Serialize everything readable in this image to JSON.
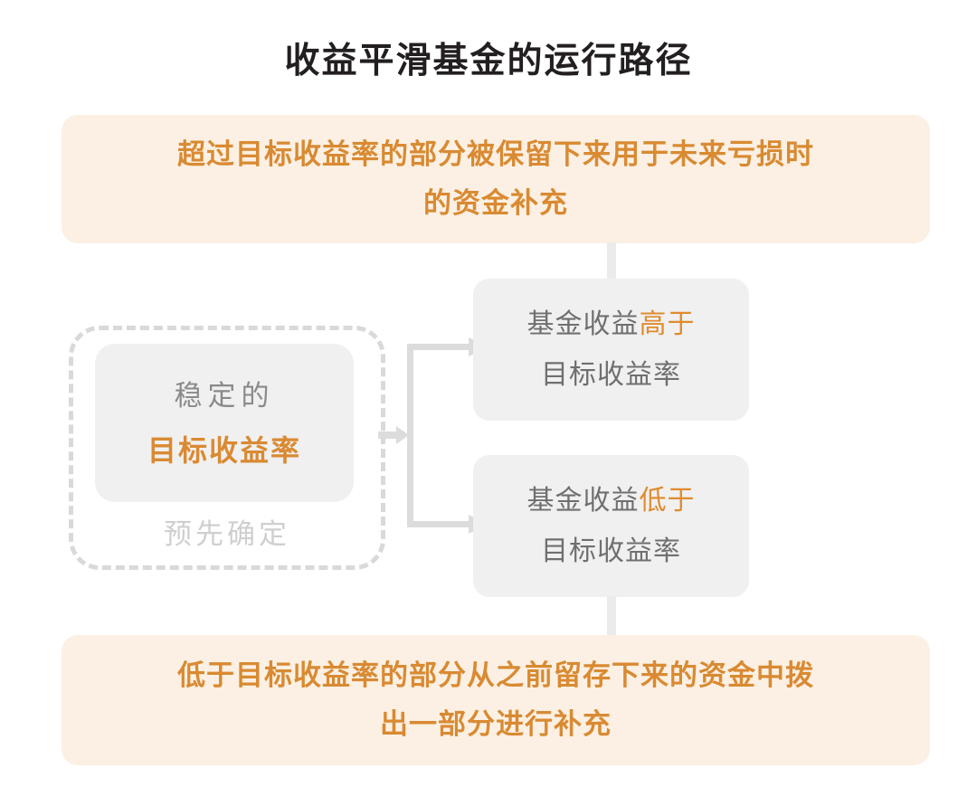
{
  "page": {
    "title": "收益平滑基金的运行路径",
    "background_color": "#ffffff"
  },
  "colors": {
    "accent_orange": "#d98a32",
    "banner_background": "#fbf0e3",
    "card_background": "#f0f0f0",
    "card_text_gray": "#6f6f6f",
    "muted_gray": "#cfcfcf",
    "connector_gray": "#dcdcdc",
    "title_black": "#231f20"
  },
  "banner_top": {
    "line_1": "超过目标收益率的部分被保留下来用于未来亏损时",
    "line_2": "的资金补充"
  },
  "banner_bottom": {
    "line_1": "低于目标收益率的部分从之前留存下来的资金中拨",
    "line_2": "出一部分进行补充"
  },
  "target_group": {
    "card": {
      "line_1": "稳定的",
      "line_2": "目标收益率"
    },
    "caption": "预先确定"
  },
  "branches": [
    {
      "id": "above-target",
      "line_1_prefix": "基金收益",
      "line_1_highlight": "高于",
      "line_2": "目标收益率"
    },
    {
      "id": "below-target",
      "line_1_prefix": "基金收益",
      "line_1_highlight": "低于",
      "line_2": "目标收益率"
    }
  ],
  "icons": {
    "arrow_right": "arrow-right-icon",
    "branch_connector": "branch-connector-icon",
    "vertical_connector": "vertical-connector-icon"
  }
}
